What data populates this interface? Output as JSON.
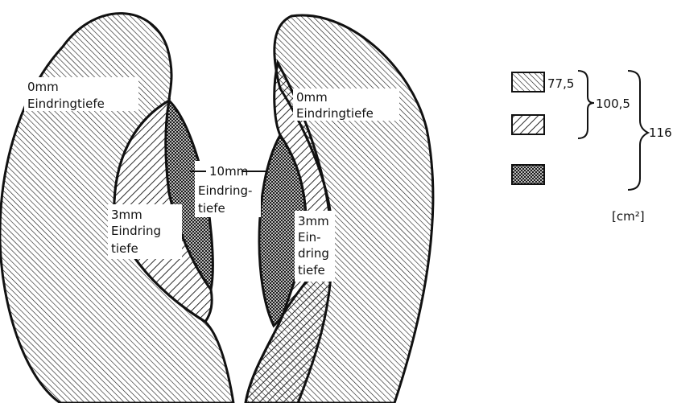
{
  "regions": {
    "left_outer_label": [
      "0mm",
      "Eindringtiefe"
    ],
    "right_outer_label": [
      "0mm",
      "Eindringtiefe"
    ],
    "left_middle_label": [
      "3mm",
      "Eindring",
      "tiefe"
    ],
    "right_middle_label": [
      "3mm",
      "Ein-",
      "dring",
      "tiefe"
    ],
    "center_label": [
      "10mm",
      "Eindring-",
      "tiefe"
    ]
  },
  "legend": {
    "items": [
      {
        "pattern": "diagonal-hatch-fine",
        "value": "77,5"
      },
      {
        "pattern": "diagonal-hatch-coarse",
        "value": ""
      },
      {
        "pattern": "cross-hatch-dense",
        "value": ""
      }
    ],
    "bracket_inner_total": "100,5",
    "bracket_outer_total": "116",
    "unit": "[cm²]"
  },
  "colors": {
    "ink": "#111111",
    "paper": "#ffffff"
  }
}
